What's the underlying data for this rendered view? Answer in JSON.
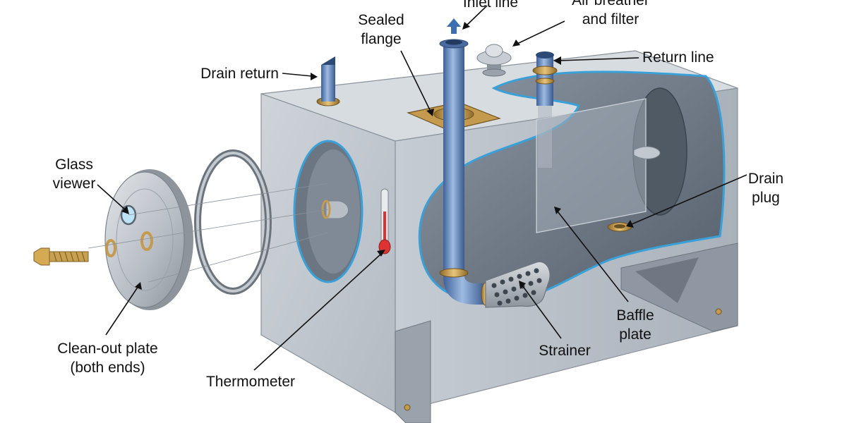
{
  "labels": {
    "inlet_line": "Inlet line",
    "air_breather": [
      "Air breather",
      "and filter"
    ],
    "sealed_flange": [
      "Sealed",
      "flange"
    ],
    "return_line": "Return line",
    "drain_return": "Drain return",
    "glass_viewer": [
      "Glass",
      "viewer"
    ],
    "drain_plug": [
      "Drain",
      "plug"
    ],
    "clean_out_plate": [
      "Clean-out plate",
      "(both ends)"
    ],
    "thermometer": "Thermometer",
    "strainer": "Strainer",
    "baffle_plate": [
      "Baffle",
      "plate"
    ]
  },
  "colors": {
    "tank_front": "#c5cbd2",
    "tank_side": "#b5bcc4",
    "tank_top": "#d7dce1",
    "interior": "#6d7985",
    "pipe_blue": "#6f93c4",
    "brass": "#c49a4e",
    "label_text": "#111111",
    "cut_edge": "#3aa0d8"
  }
}
